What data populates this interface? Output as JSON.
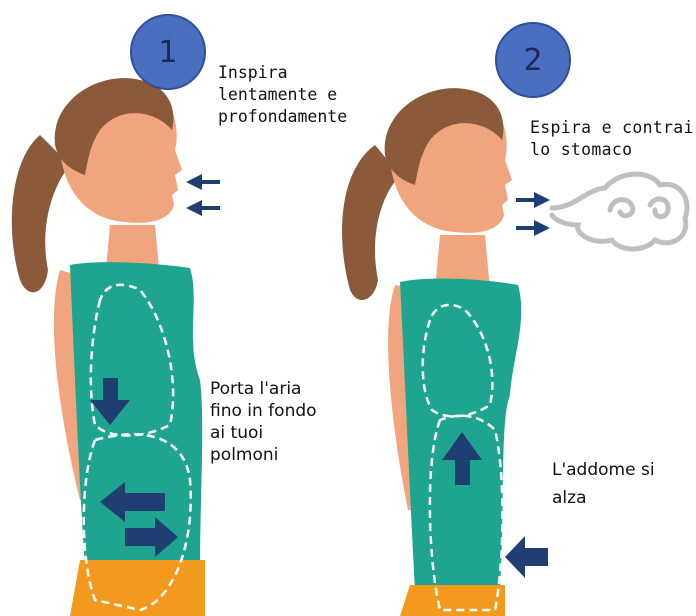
{
  "colors": {
    "skin": "#f0a57f",
    "hair": "#8a5a3b",
    "top": "#1fa58f",
    "pants": "#f39a1e",
    "arrow": "#1f3f73",
    "circle": "#4a6fc1",
    "cloud": "#bfbfbf"
  },
  "steps": [
    {
      "number": "1",
      "instruction": "Inspira\nlentamente e\nprofondamente",
      "effect": "Porta l'aria\nfino in fondo\nai tuoi\npolmoni"
    },
    {
      "number": "2",
      "instruction": "Espira e contrai\nlo stomaco",
      "effect": "L'addome si\nalza"
    }
  ],
  "icons": [
    "inhale-arrow-icon",
    "exhale-arrow-icon",
    "breath-cloud-icon",
    "down-arrow-icon",
    "up-arrow-icon",
    "left-arrow-icon",
    "right-arrow-icon"
  ]
}
